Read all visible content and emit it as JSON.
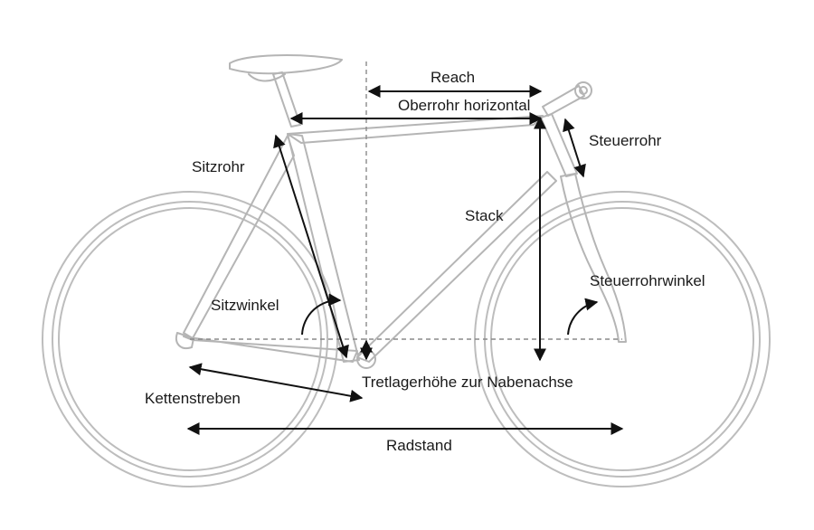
{
  "labels": {
    "reach": "Reach",
    "top_tube_horizontal": "Oberrohr horizontal",
    "head_tube": "Steuerrohr",
    "seat_tube": "Sitzrohr",
    "stack": "Stack",
    "head_tube_angle": "Steuerrohrwinkel",
    "seat_angle": "Sitzwinkel",
    "bb_height": "Tretlagerhöhe zur Nabenachse",
    "chainstays": "Kettenstreben",
    "wheelbase": "Radstand"
  },
  "colors": {
    "frame": "#b5b5b5",
    "measure": "#111111",
    "text": "#1a1a1a"
  }
}
